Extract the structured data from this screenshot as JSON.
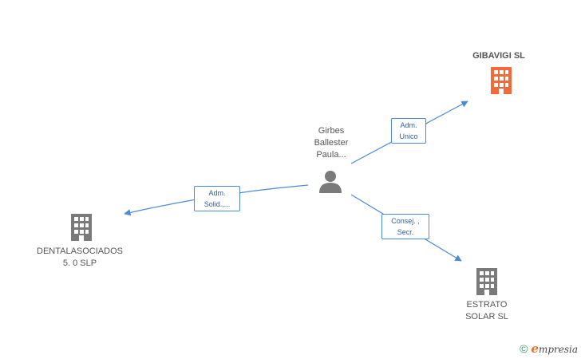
{
  "nodes": {
    "person": {
      "label": "Girbes\nBallester\nPaula..."
    },
    "gibavigi": {
      "label": "GIBAVIGI  SL",
      "color": "#f06a3a"
    },
    "dental": {
      "label": "DENTALASOCIADOS\n5. 0  SLP",
      "color": "#7a7a7a"
    },
    "estrato": {
      "label": "ESTRATO\nSOLAR  SL",
      "color": "#7a7a7a"
    }
  },
  "edges": {
    "to_gibavigi": {
      "label": "Adm.\nUnico"
    },
    "to_dental": {
      "label": "Adm.\nSolid.,..."
    },
    "to_estrato": {
      "label": "Consej. ,\nSecr."
    }
  },
  "footer": {
    "copyright": "©",
    "brand_first": "e",
    "brand_rest": "mpresia"
  },
  "colors": {
    "edge": "#4a8ad6",
    "person_icon": "#7a7a7a"
  }
}
